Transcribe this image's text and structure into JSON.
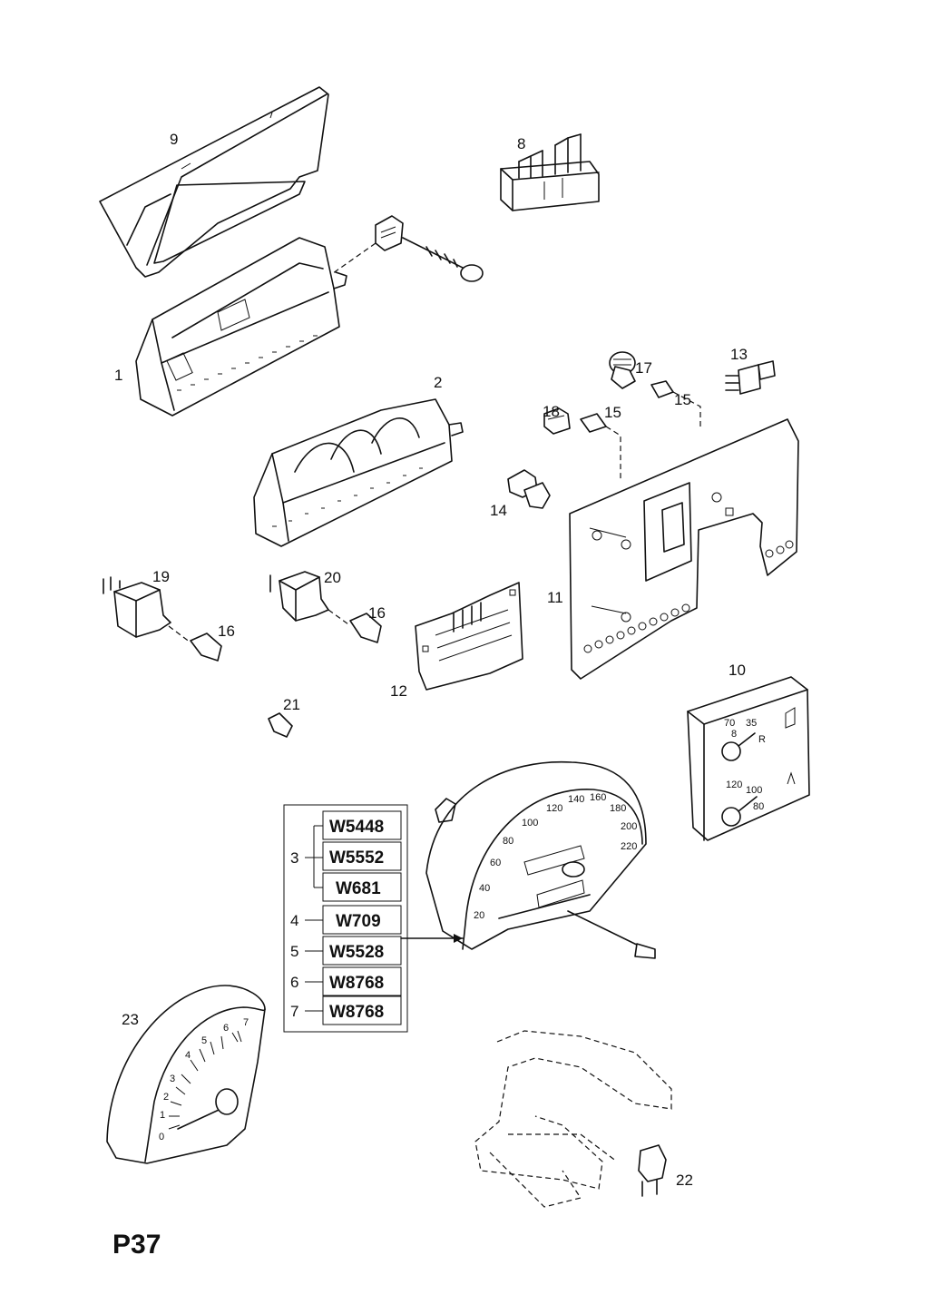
{
  "page_id": "P37",
  "callouts": {
    "c1": "1",
    "c2": "2",
    "c3": "3",
    "c4": "4",
    "c5": "5",
    "c6": "6",
    "c7": "7",
    "c8": "8",
    "c9": "9",
    "c10": "10",
    "c11": "11",
    "c12": "12",
    "c13": "13",
    "c14": "14",
    "c15a": "15",
    "c15b": "15",
    "c16a": "16",
    "c16b": "16",
    "c17": "17",
    "c18": "18",
    "c19": "19",
    "c20": "20",
    "c21": "21",
    "c22": "22",
    "c23": "23"
  },
  "codes": {
    "item3": [
      "W5448",
      "W5552",
      "W681"
    ],
    "item4": "W709",
    "item5": "W5528",
    "item6": "W8768",
    "item7": "W8768"
  },
  "speedometer_scale": [
    "20",
    "40",
    "60",
    "80",
    "100",
    "120",
    "140",
    "160",
    "180",
    "200",
    "220"
  ],
  "tachometer_scale": [
    "0",
    "1",
    "2",
    "3",
    "4",
    "5",
    "6",
    "7"
  ],
  "fuel_gauge_scale": [
    "70",
    "8",
    "35",
    "R"
  ],
  "temp_gauge_scale": [
    "120",
    "100",
    "80"
  ]
}
